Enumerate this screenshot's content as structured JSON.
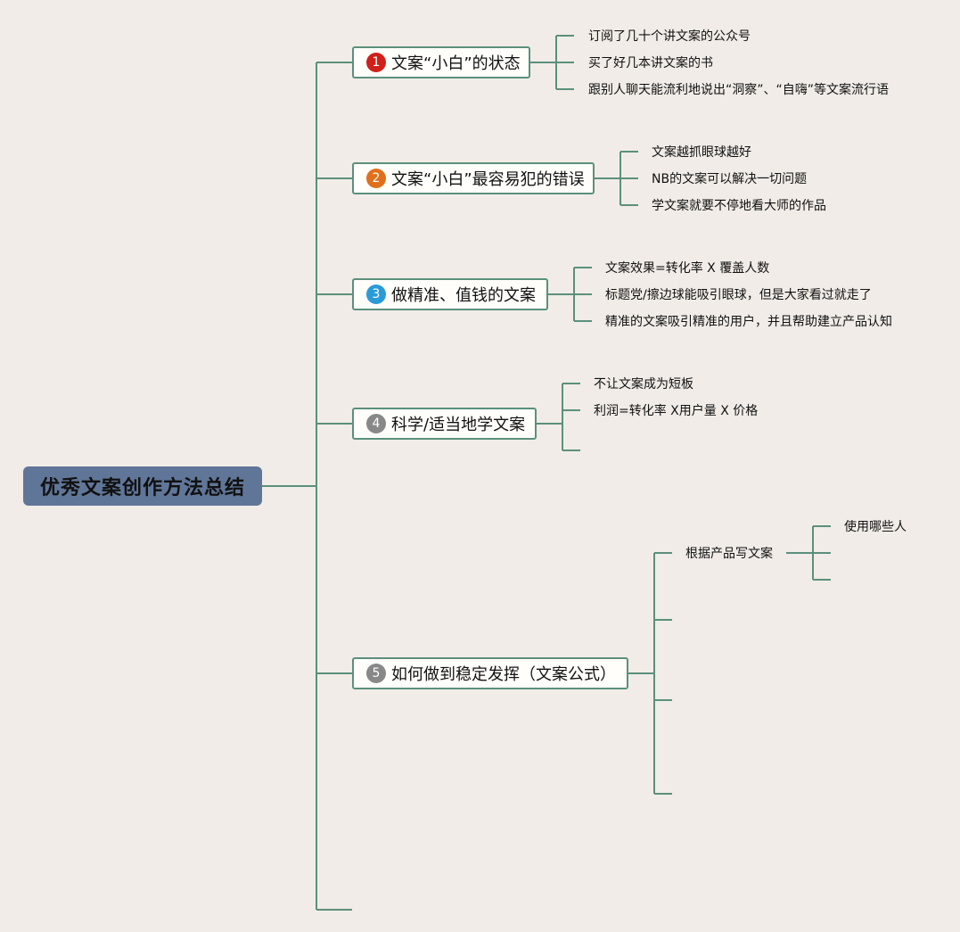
{
  "root": {
    "title": "优秀文案创作方法总结"
  },
  "colors": {
    "connector": "#5b907c",
    "background": "#f1ece7",
    "root": "#607698",
    "badge_1": "#d0201a",
    "badge_2": "#e0701c",
    "badge_3": "#2a9bd8",
    "badge_4": "#888888",
    "badge_5": "#888888"
  },
  "topics": [
    {
      "number": "1",
      "label": "文案“小白”的状态",
      "children": [
        "订阅了几十个讲文案的公众号",
        "买了好几本讲文案的书",
        "跟别人聊天能流利地说出“洞察”、“自嗨”等文案流行语"
      ]
    },
    {
      "number": "2",
      "label": "文案“小白”最容易犯的错误",
      "children": [
        "文案越抓眼球越好",
        "NB的文案可以解决一切问题",
        "学文案就要不停地看大师的作品"
      ]
    },
    {
      "number": "3",
      "label": "做精准、值钱的文案",
      "children": [
        "文案效果=转化率 X 覆盖人数",
        "标题党/擦边球能吸引眼球，但是大家看过就走了",
        "精准的文案吸引精准的用户，并且帮助建立产品认知"
      ]
    },
    {
      "number": "4",
      "label": "科学/适当地学文案",
      "children": [
        "不让文案成为短板",
        "利润=转化率 X用户量 X 价格"
      ]
    },
    {
      "number": "5",
      "label": "如何做到稳定发挥（文案公式）",
      "children": [
        {
          "label": "根据产品写文案",
          "children": [
            "使用哪些人"
          ]
        }
      ]
    }
  ]
}
